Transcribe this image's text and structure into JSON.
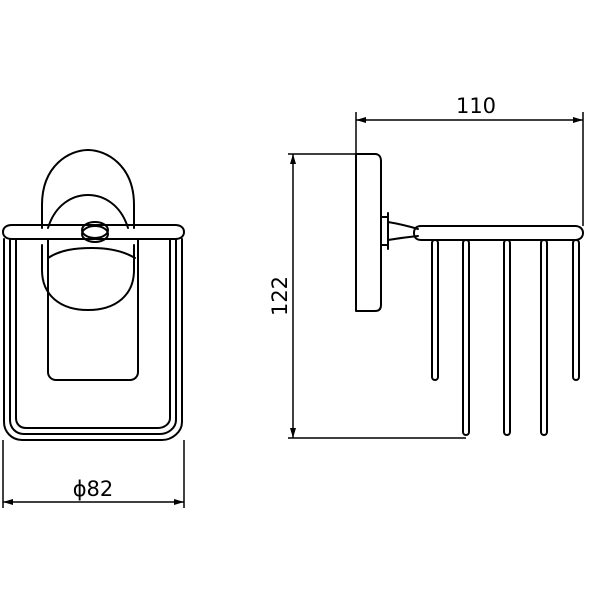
{
  "drawing": {
    "colors": {
      "line": "#000000",
      "background": "#ffffff"
    },
    "dimensions": {
      "width_label": "110",
      "height_label": "122",
      "diameter_label": "ϕ82"
    }
  }
}
